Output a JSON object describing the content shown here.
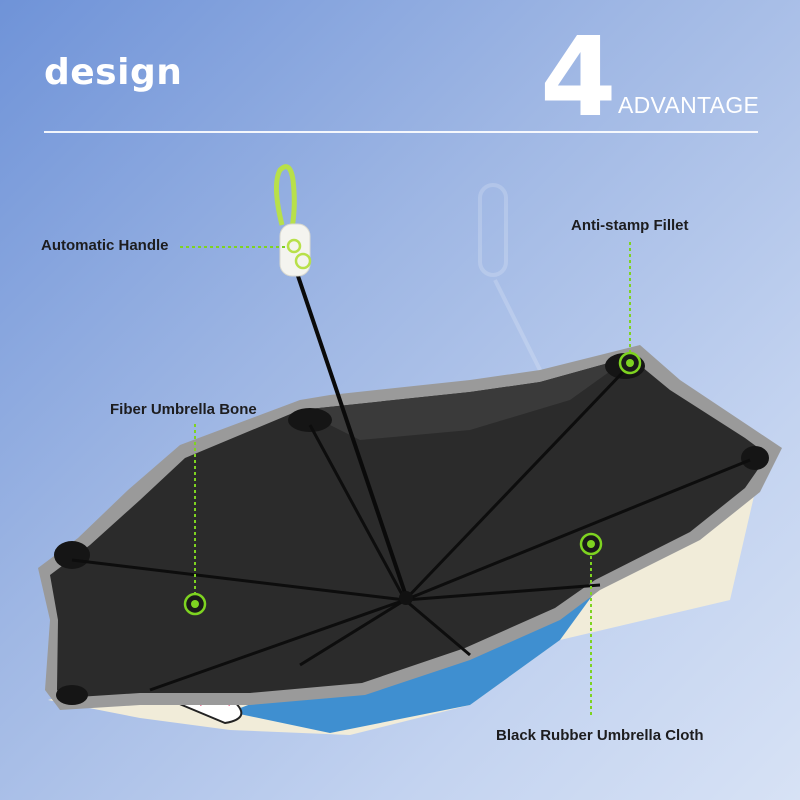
{
  "header": {
    "title": "design",
    "number": "4",
    "subtitle": "ADVANTAGE"
  },
  "callouts": {
    "automatic_handle": "Automatic Handle",
    "anti_stamp_fillet": "Anti-stamp Fillet",
    "fiber_umbrella_bone": "Fiber Umbrella Bone",
    "black_rubber_cloth": "Black Rubber Umbrella Cloth"
  },
  "colors": {
    "accent_green": "#7ed321",
    "canopy_black": "#2b2b2b",
    "rim_gray": "#8e8e8e",
    "print_blue": "#3f8fd0"
  }
}
